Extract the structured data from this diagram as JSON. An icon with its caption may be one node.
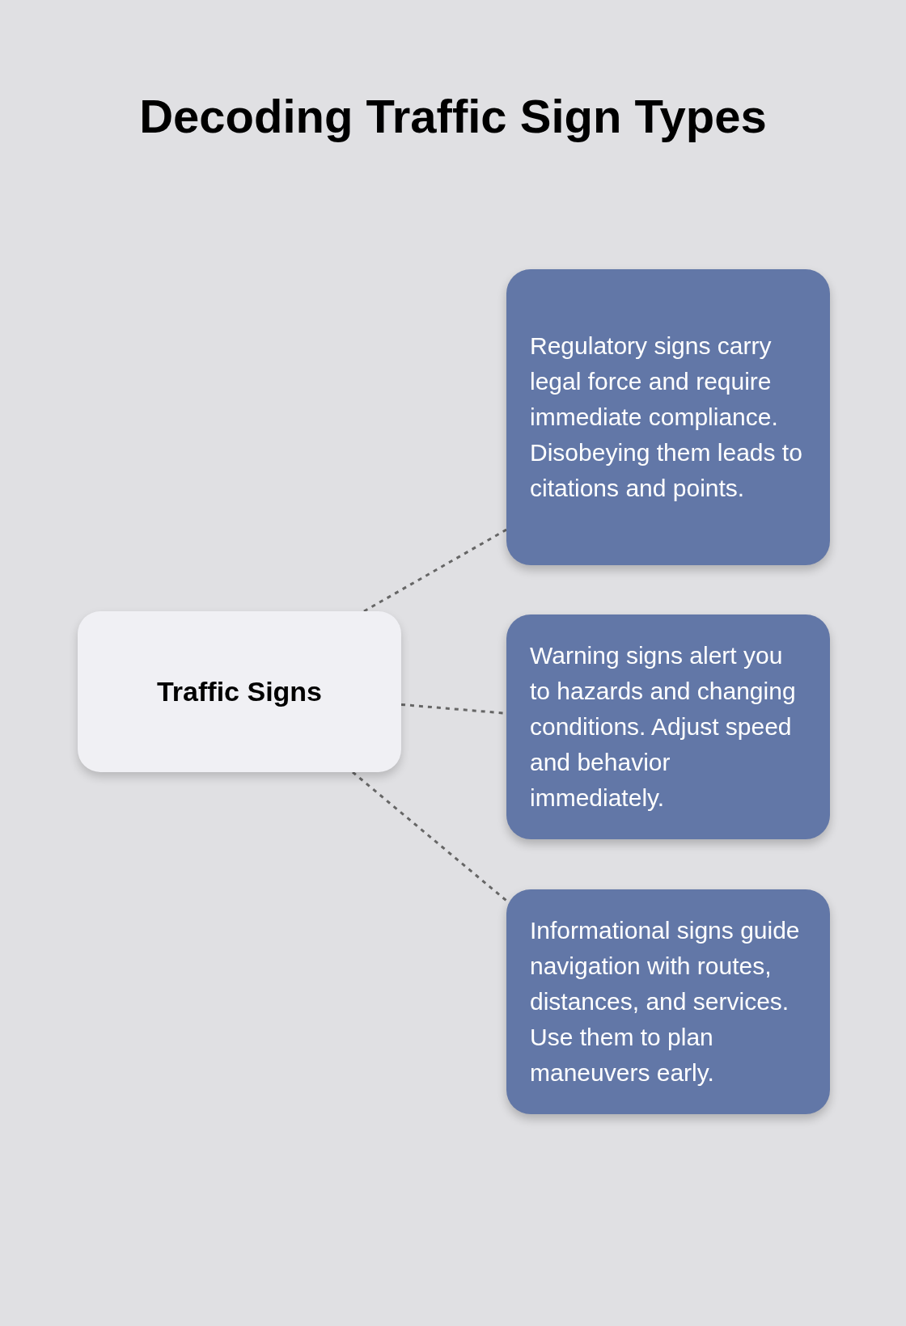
{
  "diagram": {
    "title": "Decoding Traffic Sign Types",
    "nodes": [
      {
        "text": [
          "Traffic Signs"
        ]
      },
      {
        "text": [
          "Regulatory signs carry legal force and require immediate compliance. Disobeying them leads to citations and points."
        ]
      },
      {
        "text": [
          "Warning signs alert you to hazards and changing conditions. Adjust speed and behavior immediately."
        ]
      },
      {
        "text": [
          "Informational signs guide navigation with routes, distances, and services. Use them to plan maneuvers early."
        ]
      }
    ],
    "edges": [
      {
        "from": 0,
        "to": 1,
        "arrow": "none",
        "style": "dashed"
      },
      {
        "from": 0,
        "to": 2,
        "arrow": "none",
        "style": "dashed"
      },
      {
        "from": 0,
        "to": 3,
        "arrow": "none",
        "style": "dashed"
      }
    ]
  }
}
